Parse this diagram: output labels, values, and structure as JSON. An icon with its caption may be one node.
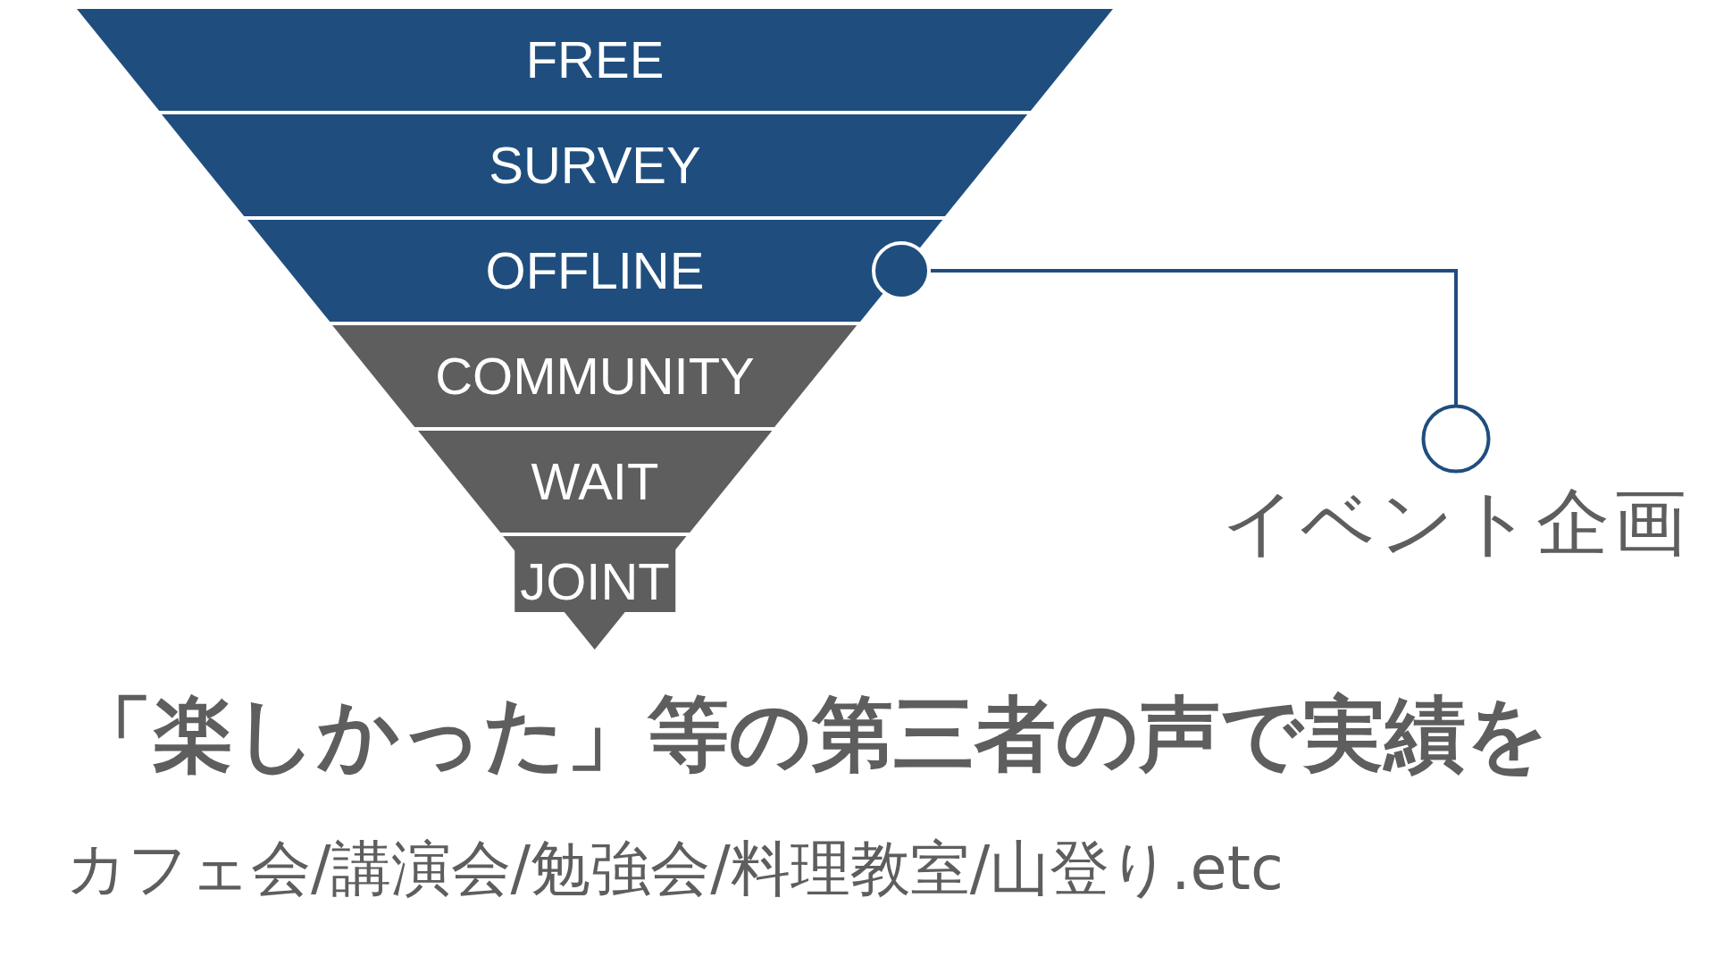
{
  "diagram": {
    "nodes": [
      {
        "text": [
          "FREE"
        ]
      },
      {
        "text": [
          "SURVEY"
        ]
      },
      {
        "text": [
          "OFFLINE"
        ]
      },
      {
        "text": [
          "COMMUNITY"
        ]
      },
      {
        "text": [
          "WAIT"
        ]
      },
      {
        "text": [
          "JOINT"
        ]
      },
      {
        "text": [
          "イベント企画"
        ]
      }
    ],
    "edges": [
      {
        "from": 2,
        "to": 6,
        "arrow": "other"
      }
    ],
    "labels": [
      "「楽しかった」等の第三者の声で実績を",
      "カフェ会/講演会/勉強会/料理教室/山登り.etc"
    ]
  }
}
